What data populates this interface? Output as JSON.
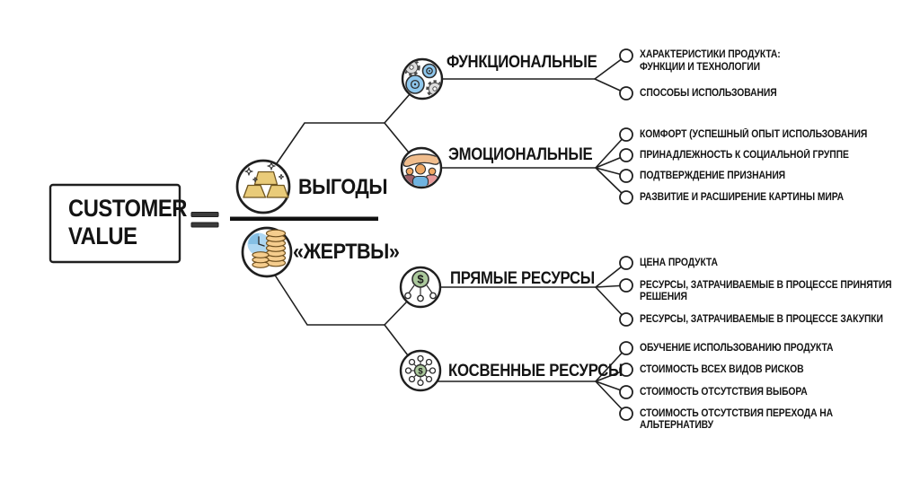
{
  "diagram": {
    "title": {
      "line1": "CUSTOMER",
      "line2": "VALUE"
    },
    "equals": "=",
    "numerator": {
      "label": "ВЫГОДЫ",
      "icon": "gold-bars-icon"
    },
    "denominator": {
      "label": "«ЖЕРТВЫ»",
      "icon": "clock-coins-icon"
    },
    "branches": [
      {
        "id": "functional",
        "label": "ФУНКЦИОНАЛЬНЫЕ",
        "icon": "gears-icon",
        "items": [
          "ХАРАКТЕРИСТИКИ ПРОДУКТА:\nФУНКЦИИ И ТЕХНОЛОГИИ",
          "СПОСОБЫ ИСПОЛЬЗОВАНИЯ"
        ]
      },
      {
        "id": "emotional",
        "label": "ЭМОЦИОНАЛЬНЫЕ",
        "icon": "people-hand-icon",
        "items": [
          "КОМФОРТ (УСПЕШНЫЙ ОПЫТ ИСПОЛЬЗОВАНИЯ",
          "ПРИНАДЛЕЖНОСТЬ К СОЦИАЛЬНОЙ ГРУППЕ",
          "ПОДТВЕРЖДЕНИЕ ПРИЗНАНИЯ",
          "РАЗВИТИЕ И РАСШИРЕНИЕ КАРТИНЫ МИРА"
        ]
      },
      {
        "id": "direct-resources",
        "label": "ПРЯМЫЕ РЕСУРСЫ",
        "icon": "dollar-split-icon",
        "items": [
          "ЦЕНА ПРОДУКТА",
          "РЕСУРСЫ, ЗАТРАЧИВАЕМЫЕ В ПРОЦЕССЕ ПРИНЯТИЯ\nРЕШЕНИЯ",
          "РЕСУРСЫ, ЗАТРАЧИВАЕМЫЕ В ПРОЦЕССЕ ЗАКУПКИ"
        ]
      },
      {
        "id": "indirect-resources",
        "label": "КОСВЕННЫЕ РЕСУРСЫ",
        "icon": "dollar-network-icon",
        "items": [
          "ОБУЧЕНИЕ ИСПОЛЬЗОВАНИЮ ПРОДУКТА",
          "СТОИМОСТЬ ВСЕХ ВИДОВ РИСКОВ",
          "СТОИМОСТЬ ОТСУТСТВИЯ ВЫБОРА",
          "СТОИМОСТЬ ОТСУТСТВИЯ ПЕРЕХОДА НА АЛЬТЕРНАТИВУ"
        ]
      }
    ],
    "icon_glyphs": {
      "dollar": "$"
    },
    "colors": {
      "line": "#1f1f1f",
      "gold": "#e9cb79",
      "blue_wheel": "#8ec7ed",
      "clock_blue": "#aed7f2",
      "clock_blue_dark": "#85bfe4",
      "green": "#abc99c",
      "coin": "#f5cd8e",
      "skin": "#f0bd8d",
      "person_orange": "#f0a863",
      "person_blue": "#6fb3e0",
      "person_maroon": "#9e5f68",
      "person_pink": "#e89a9a",
      "gear_gray": "#dcdcdc"
    }
  }
}
